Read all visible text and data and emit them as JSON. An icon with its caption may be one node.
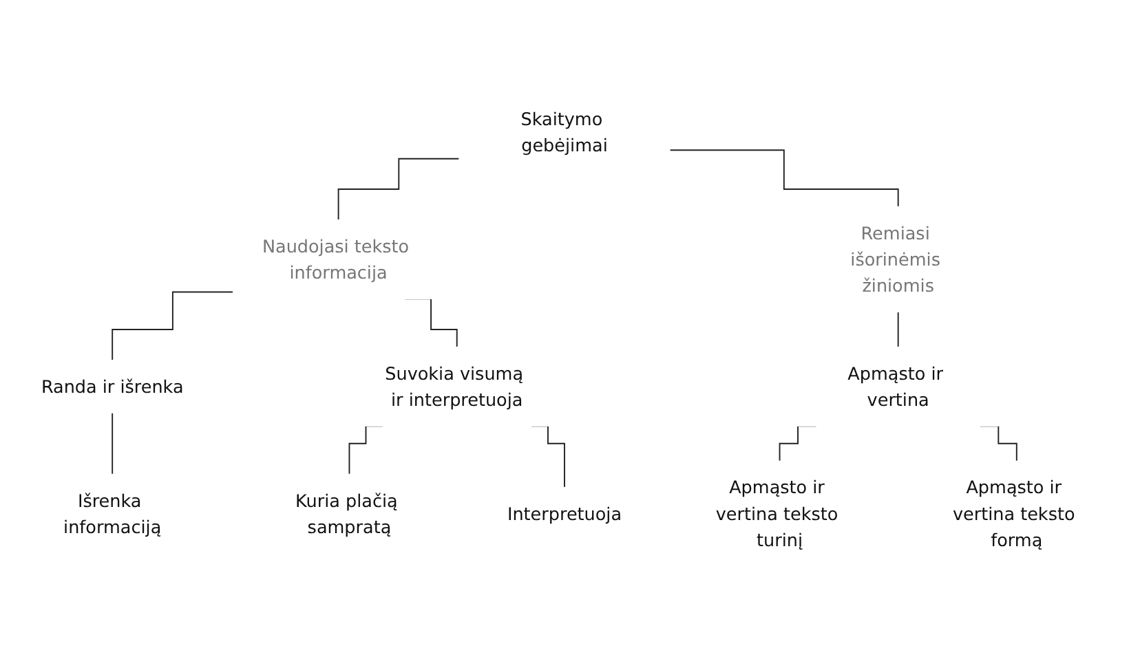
{
  "diagram": {
    "nodes": [
      {
        "text": [
          "Skaitymo gebėjimai"
        ]
      },
      {
        "text": [
          "Naudojasi teksto informacija"
        ]
      },
      {
        "text": [
          "Remiasi išorinėmis žiniomis"
        ]
      },
      {
        "text": [
          "Randa ir išrenka"
        ]
      },
      {
        "text": [
          "Suvokia visumą ir interpretuoja"
        ]
      },
      {
        "text": [
          "Kuria plačią sampratą"
        ]
      },
      {
        "text": [
          "Interpretuoja"
        ]
      },
      {
        "text": [
          "Išrenka informaciją"
        ]
      },
      {
        "text": [
          "Apmąsto ir vertina"
        ]
      },
      {
        "text": [
          "Apmąsto ir vertina teksto turinį"
        ]
      },
      {
        "text": [
          "Apmąsto ir vertina teksto formą"
        ]
      }
    ],
    "edges": [
      {
        "from": 0,
        "to": 1,
        "arrow": "none"
      },
      {
        "from": 0,
        "to": 2,
        "arrow": "none"
      },
      {
        "from": 1,
        "to": 3,
        "arrow": "none"
      },
      {
        "from": 1,
        "to": 4,
        "arrow": "none"
      },
      {
        "from": 4,
        "to": 5,
        "arrow": "none"
      },
      {
        "from": 4,
        "to": 6,
        "arrow": "none"
      },
      {
        "from": 3,
        "to": 7,
        "arrow": "none"
      },
      {
        "from": 2,
        "to": 8,
        "arrow": "none"
      },
      {
        "from": 8,
        "to": 9,
        "arrow": "none"
      },
      {
        "from": 8,
        "to": 10,
        "arrow": "none"
      }
    ]
  }
}
